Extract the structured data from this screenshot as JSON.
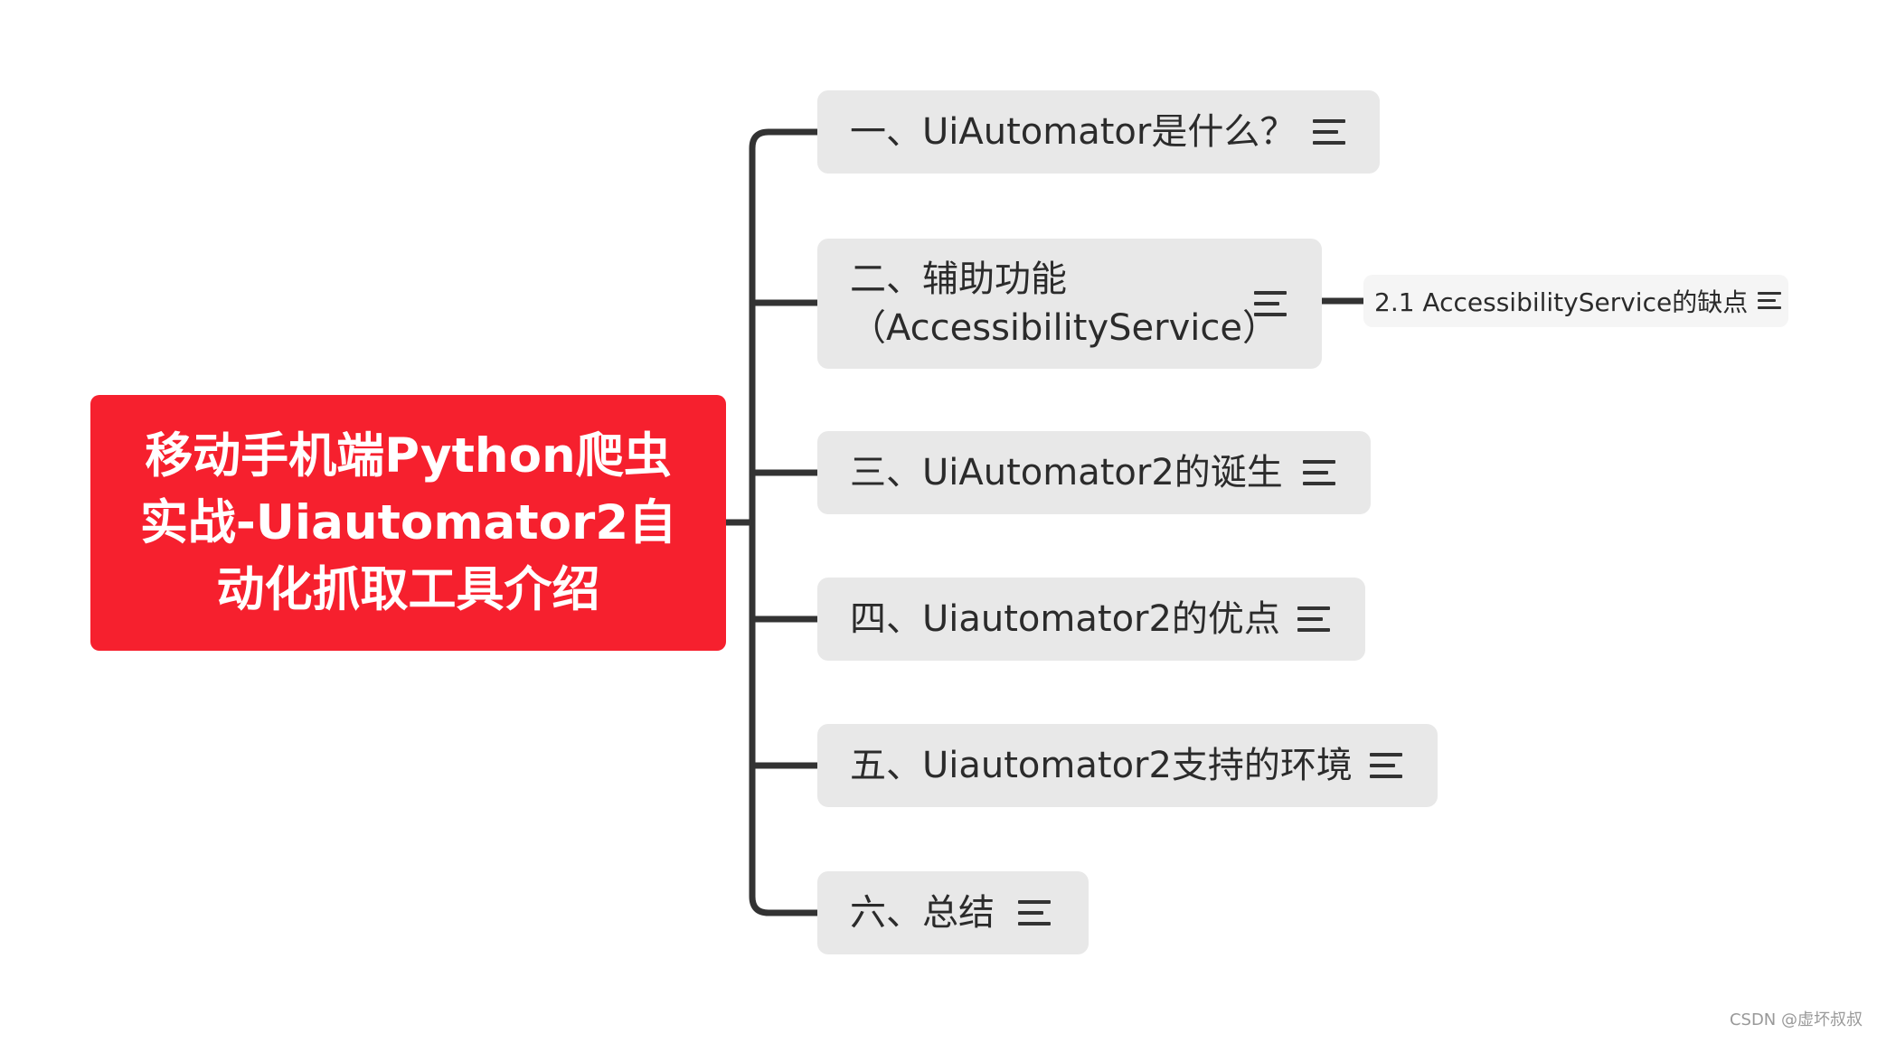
{
  "mindmap": {
    "root": {
      "title_lines": [
        "移动手机端Python爬虫",
        "实战-Uiautomator2自",
        "动化抓取工具介绍"
      ],
      "color": "#f6202e"
    },
    "topics": [
      {
        "label": "一、UiAutomator是什么？"
      },
      {
        "label": "二、辅助功能（AccessibilityService）"
      },
      {
        "label": "三、UiAutomator2的诞生"
      },
      {
        "label": "四、Uiautomator2的优点"
      },
      {
        "label": "五、Uiautomator2支持的环境"
      },
      {
        "label": "六、总结"
      }
    ],
    "subtopics": [
      {
        "parent_index": 1,
        "label": "2.1 AccessibilityService的缺点"
      }
    ]
  },
  "watermark": "CSDN @虚坏叔叔",
  "colors": {
    "topic_bg": "#e8e8e8",
    "connector": "#333333",
    "text": "#2b2b2b"
  }
}
